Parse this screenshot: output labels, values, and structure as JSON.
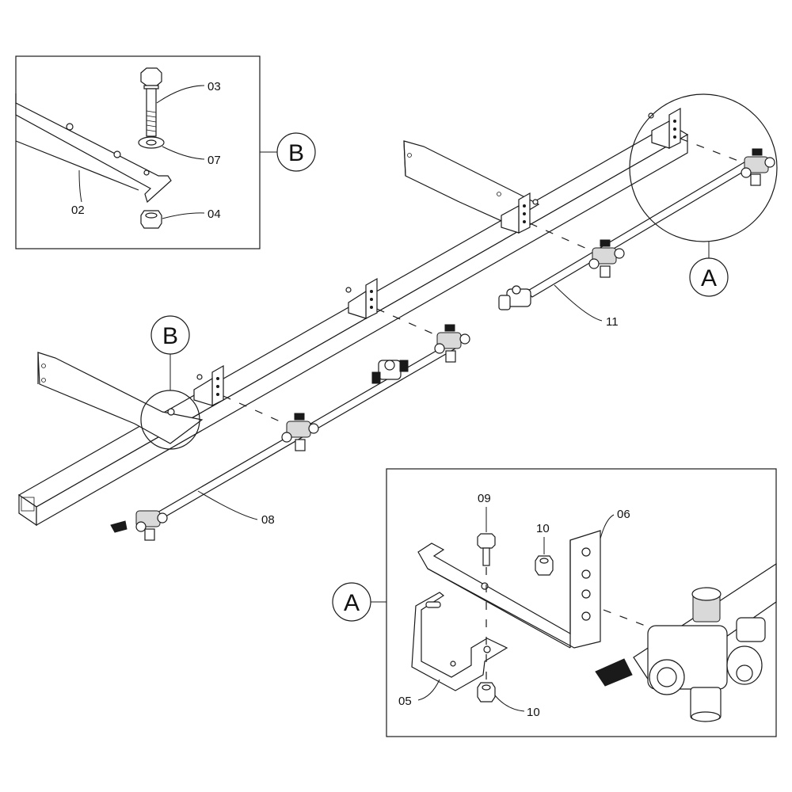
{
  "callouts": {
    "detail_a": "A",
    "detail_b": "B"
  },
  "parts": {
    "p02": "02",
    "p03": "03",
    "p04": "04",
    "p05": "05",
    "p06": "06",
    "p07": "07",
    "p08": "08",
    "p09": "09",
    "p10a": "10",
    "p10b": "10",
    "p11": "11"
  }
}
